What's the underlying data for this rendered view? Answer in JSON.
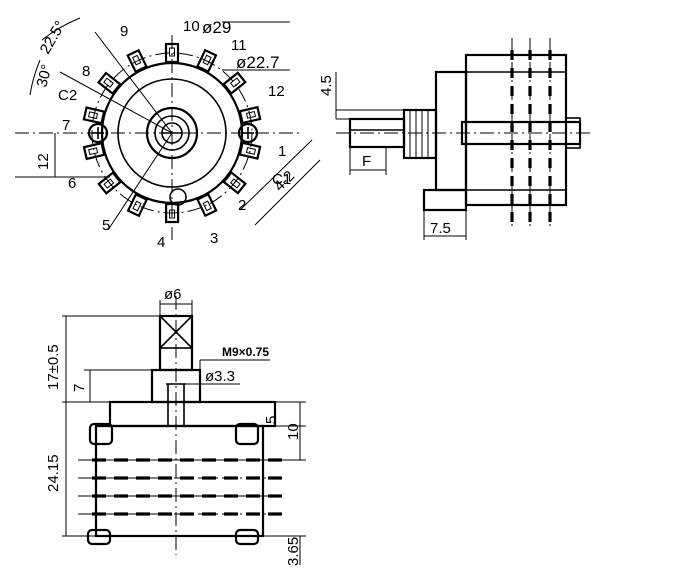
{
  "front_view": {
    "terminals": [
      "1",
      "2",
      "3",
      "4",
      "5",
      "6",
      "7",
      "8",
      "9",
      "10",
      "11",
      "12"
    ],
    "common_labels": [
      "C1",
      "C2"
    ],
    "angle_labels": [
      "22.5°",
      "30°"
    ],
    "dims": {
      "outer_dia": "ø29",
      "pcd": "ø22.7",
      "height_offset": "12",
      "slot_dim": "4-2"
    }
  },
  "side_view": {
    "dims": {
      "shaft_flat": "F",
      "shaft_offset": "4.5",
      "bracket": "7.5"
    }
  },
  "bottom_view": {
    "dims": {
      "shaft_dia": "ø6",
      "thread": "M9×0.75",
      "bush_dia": "ø3.3",
      "shaft_length": "17±0.5",
      "bush_height": "7",
      "body_height": "24.15",
      "deck_5": "5",
      "deck_10": "10",
      "pin": "3.65"
    }
  }
}
